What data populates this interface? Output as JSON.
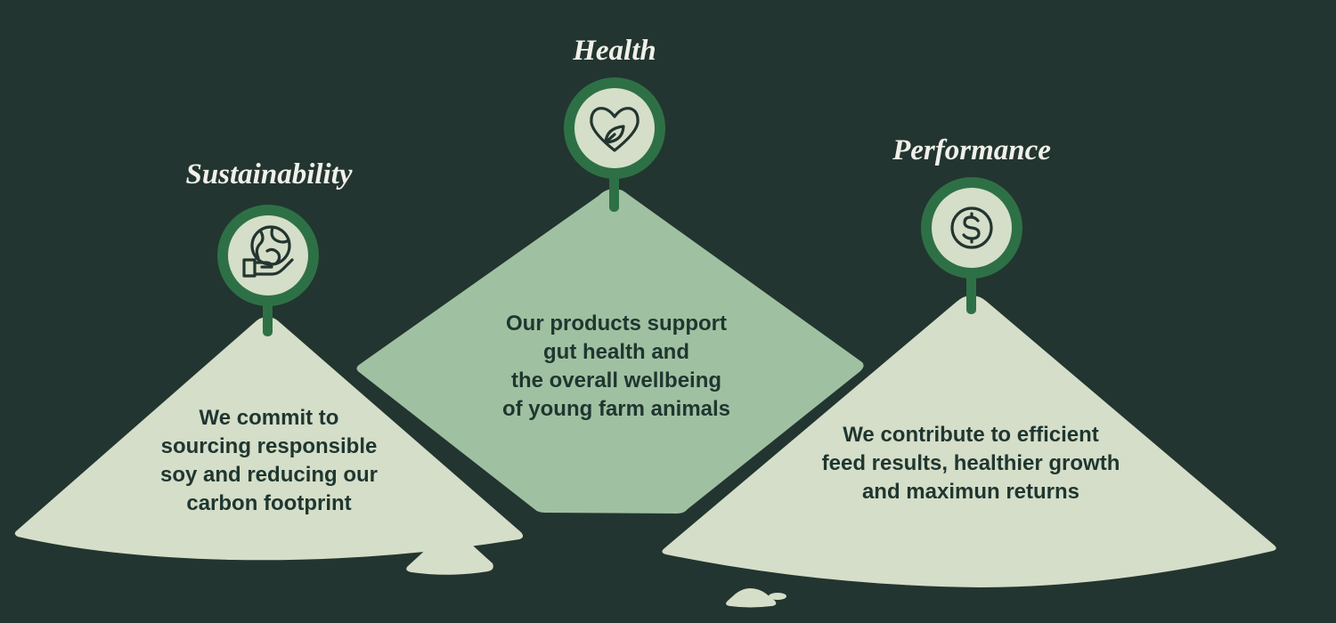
{
  "colors": {
    "background": "#233530",
    "pile_light": "#d5dec8",
    "pile_mid": "#a0c1a1",
    "badge_ring": "#2e7046",
    "badge_fill": "#d5dec8",
    "icon_stroke": "#233530",
    "title_text": "#f1f1e9",
    "body_text": "#1f3630"
  },
  "pillars": [
    {
      "id": "sustainability",
      "title": "Sustainability",
      "icon": "globe-in-hand-icon",
      "lines": [
        "We commit to",
        "sourcing responsible",
        "soy and reducing our",
        "carbon footprint"
      ]
    },
    {
      "id": "health",
      "title": "Health",
      "icon": "heart-leaf-icon",
      "lines": [
        "Our products support",
        "gut health and",
        "the overall wellbeing",
        "of young farm animals"
      ]
    },
    {
      "id": "performance",
      "title": "Performance",
      "icon": "dollar-coin-icon",
      "lines": [
        "We contribute to efficient",
        "feed results, healthier growth",
        "and maximun returns"
      ]
    }
  ]
}
